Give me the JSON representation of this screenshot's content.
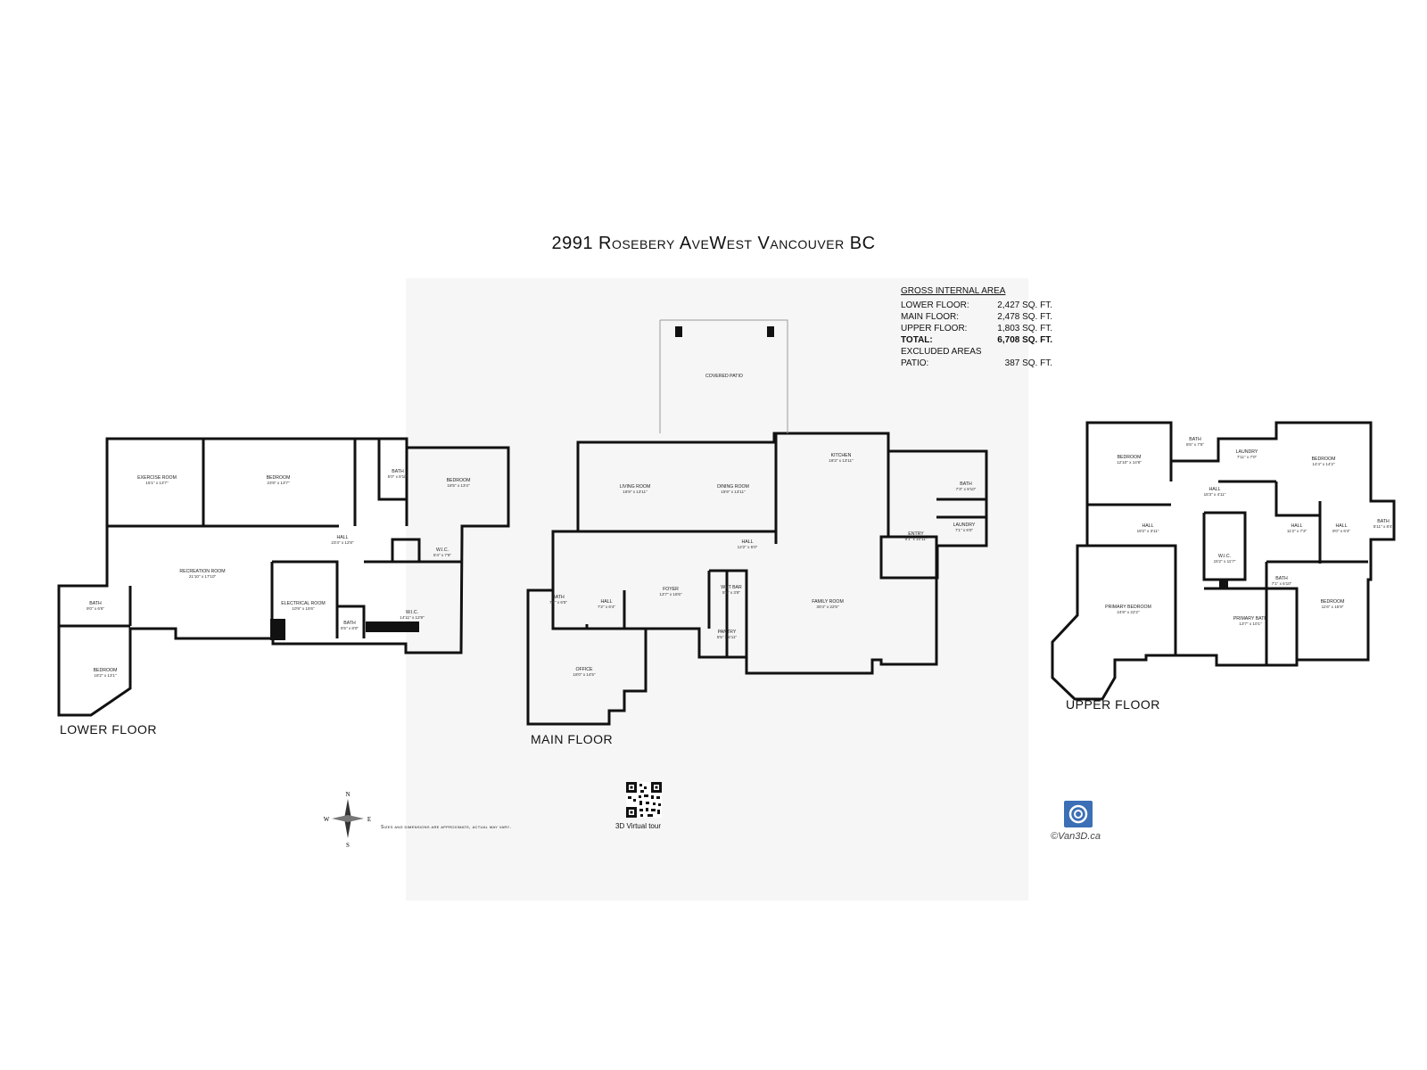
{
  "title": "2991 Rosebery AveWest Vancouver BC",
  "area_table": {
    "header": "GROSS INTERNAL AREA",
    "rows": [
      {
        "label": "LOWER FLOOR:",
        "value": "2,427 SQ. FT."
      },
      {
        "label": "MAIN FLOOR:",
        "value": "2,478 SQ. FT."
      },
      {
        "label": "UPPER FLOOR:",
        "value": "1,803 SQ. FT."
      },
      {
        "label": "TOTAL:",
        "value": "6,708 SQ. FT."
      },
      {
        "label": "EXCLUDED AREAS",
        "value": ""
      },
      {
        "label": "PATIO:",
        "value": "387 SQ. FT."
      }
    ]
  },
  "floors": {
    "lower": {
      "label": "LOWER FLOOR",
      "rooms": [
        {
          "name": "EXERCISE ROOM",
          "dim": "15'1\" x 13'7\""
        },
        {
          "name": "BEDROOM",
          "dim": "23'8\" x 13'7\""
        },
        {
          "name": "BATH",
          "dim": "5'0\" x 8'10\""
        },
        {
          "name": "BEDROOM",
          "dim": "18'5\" x 13'4\""
        },
        {
          "name": "HALL",
          "dim": "23'4\" x 12'8\""
        },
        {
          "name": "W.I.C.",
          "dim": "5'4\" x 7'6\""
        },
        {
          "name": "RECREATION ROOM",
          "dim": "21'10\" x 17'10\""
        },
        {
          "name": "BATH",
          "dim": "9'0\" x 6'6\""
        },
        {
          "name": "ELECTRICAL ROOM",
          "dim": "10'9\" x 15'6\""
        },
        {
          "name": "BATH",
          "dim": "5'5\" x 8'0\""
        },
        {
          "name": "W.I.C.",
          "dim": "14'11\" x 12'9\""
        },
        {
          "name": "BEDROOM",
          "dim": "18'2\" x 13'1\""
        }
      ]
    },
    "main": {
      "label": "MAIN FLOOR",
      "rooms": [
        {
          "name": "COVERED PATIO",
          "dim": ""
        },
        {
          "name": "LIVING ROOM",
          "dim": "16'9\" x 13'11\""
        },
        {
          "name": "DINING ROOM",
          "dim": "15'9\" x 13'11\""
        },
        {
          "name": "KITCHEN",
          "dim": "18'3\" x 13'11\""
        },
        {
          "name": "BATH",
          "dim": "7'3\" x 9'10\""
        },
        {
          "name": "ENTRY",
          "dim": "9'1\" x 10'11\""
        },
        {
          "name": "LAUNDRY",
          "dim": "7'1\" x 6'0\""
        },
        {
          "name": "HALL",
          "dim": "12'2\" x 5'0\""
        },
        {
          "name": "FOYER",
          "dim": "13'7\" x 18'6\""
        },
        {
          "name": "WET BAR",
          "dim": "5'5\" x 3'8\""
        },
        {
          "name": "PANTRY",
          "dim": "5'5\" x 4'11\""
        },
        {
          "name": "FAMILY ROOM",
          "dim": "30'4\" x 22'5\""
        },
        {
          "name": "BATH",
          "dim": "7'8\" x 6'5\""
        },
        {
          "name": "HALL",
          "dim": "7'2\" x 6'4\""
        },
        {
          "name": "OFFICE",
          "dim": "18'0\" x 14'5\""
        }
      ]
    },
    "upper": {
      "label": "UPPER FLOOR",
      "rooms": [
        {
          "name": "BEDROOM",
          "dim": "12'10\" x 14'6\""
        },
        {
          "name": "BATH",
          "dim": "8'6\" x 7'5\""
        },
        {
          "name": "LAUNDRY",
          "dim": "7'11\" x 7'0\""
        },
        {
          "name": "BEDROOM",
          "dim": "14'4\" x 14'2\""
        },
        {
          "name": "HALL",
          "dim": "16'3\" x 4'11\""
        },
        {
          "name": "HALL",
          "dim": "19'2\" x 3'11\""
        },
        {
          "name": "HALL",
          "dim": "11'2\" x 7'3\""
        },
        {
          "name": "HALL",
          "dim": "9'0\" x 6'4\""
        },
        {
          "name": "BATH",
          "dim": "5'11\" x 8'4\""
        },
        {
          "name": "W.I.C.",
          "dim": "15'2\" x 11'7\""
        },
        {
          "name": "BATH",
          "dim": "7'1\" x 6'10\""
        },
        {
          "name": "PRIMARY BEDROOM",
          "dim": "24'8\" x 22'2\""
        },
        {
          "name": "PRIMARY BATH",
          "dim": "13'7\" x 10'1\""
        },
        {
          "name": "BEDROOM",
          "dim": "11'6\" x 15'9\""
        }
      ]
    }
  },
  "compass": {
    "n": "N",
    "s": "S",
    "e": "E",
    "w": "W"
  },
  "disclaimer": "Sizes and dimensions are approximate, actual may vary.",
  "qr_caption": "3D Virtual tour",
  "copyright": "©Van3D.ca",
  "colors": {
    "wall": "#111111",
    "background_panel": "#f6f6f6",
    "logo_blue": "#3b6fb6"
  },
  "icons": [
    "compass-icon",
    "qr-code-icon",
    "van3d-logo-icon"
  ]
}
